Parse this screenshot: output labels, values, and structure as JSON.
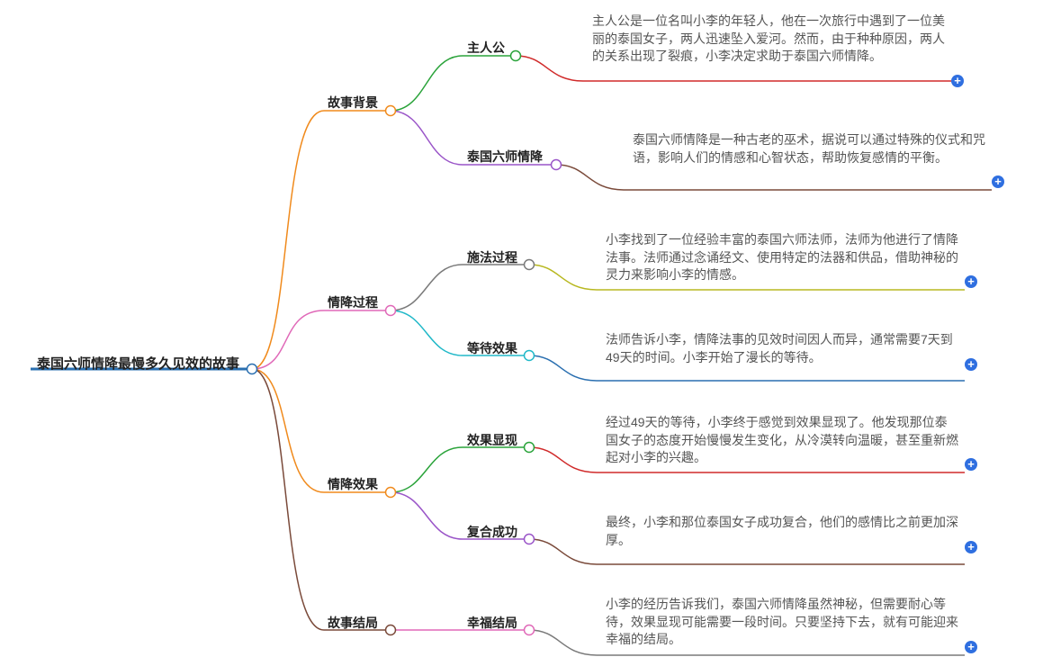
{
  "root": {
    "label": "泰国六师情降最慢多久见效的故事"
  },
  "branches": [
    {
      "label": "故事背景",
      "children": [
        {
          "label": "主人公",
          "text": "主人公是一位名叫小李的年轻人，他在一次旅行中遇到了一位美丽的泰国女子，两人迅速坠入爱河。然而，由于种种原因，两人的关系出现了裂痕，小李决定求助于泰国六师情降。"
        },
        {
          "label": "泰国六师情降",
          "text": "泰国六师情降是一种古老的巫术，据说可以通过特殊的仪式和咒语，影响人们的情感和心智状态，帮助恢复感情的平衡。"
        }
      ]
    },
    {
      "label": "情降过程",
      "children": [
        {
          "label": "施法过程",
          "text": "小李找到了一位经验丰富的泰国六师法师，法师为他进行了情降法事。法师通过念诵经文、使用特定的法器和供品，借助神秘的灵力来影响小李的情感。"
        },
        {
          "label": "等待效果",
          "text": "法师告诉小李，情降法事的见效时间因人而异，通常需要7天到49天的时间。小李开始了漫长的等待。"
        }
      ]
    },
    {
      "label": "情降效果",
      "children": [
        {
          "label": "效果显现",
          "text": "经过49天的等待，小李终于感觉到效果显现了。他发现那位泰国女子的态度开始慢慢发生变化，从冷漠转向温暖，甚至重新燃起对小李的兴趣。"
        },
        {
          "label": "复合成功",
          "text": "最终，小李和那位泰国女子成功复合，他们的感情比之前更加深厚。"
        }
      ]
    },
    {
      "label": "故事结局",
      "children": [
        {
          "label": "幸福结局",
          "text": "小李的经历告诉我们，泰国六师情降虽然神秘，但需要耐心等待，效果显现可能需要一段时间。只要坚持下去，就有可能迎来幸福的结局。"
        }
      ]
    }
  ],
  "colors": {
    "root_line": "#2a6fb0",
    "branch": [
      "#f08a1c",
      "#e069b8",
      "#f08a1c",
      "#7a4a3a"
    ],
    "child_curve": [
      "#2aa33a",
      "#9a55c8",
      "#7a7a7a",
      "#20b8c8",
      "#2aa33a",
      "#9a55c8",
      "#e069b8"
    ],
    "leaf_line": [
      "#d02a2a",
      "#7a4a3a",
      "#b8b820",
      "#2a6fb0",
      "#d02a2a",
      "#7a4a3a",
      "#7a7a7a"
    ],
    "plus_button": "#2f6fe0"
  }
}
